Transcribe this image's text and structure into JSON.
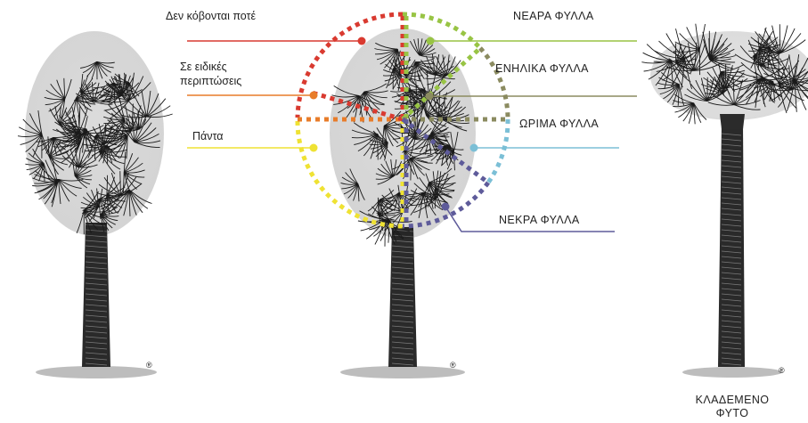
{
  "labels_left": {
    "never": "Δεν κόβονται ποτέ",
    "special_line1": "Σε ειδικές",
    "special_line2": "περιπτώσεις",
    "always": "Πάντα"
  },
  "labels_right": {
    "young": "ΝΕΑΡΑ ΦΥΛΛΑ",
    "adult": "ΕΝΗΛΙΚΑ ΦΥΛΛΑ",
    "mature": "ΩΡΙΜΑ ΦΥΛΛΑ",
    "dead": "ΝΕΚΡΑ ΦΥΛΛΑ"
  },
  "pruned_label": {
    "line1": "ΚΛΑΔΕΜΕΝΟ",
    "line2": "ΦΥΤΟ"
  },
  "trademark": "®",
  "colors": {
    "never": "#d93a30",
    "special": "#e87c2a",
    "always": "#efe233",
    "young": "#98c444",
    "adult": "#8b8b60",
    "mature": "#7bbfd6",
    "dead": "#5e5b9a",
    "ink": "#1b1b1b"
  }
}
